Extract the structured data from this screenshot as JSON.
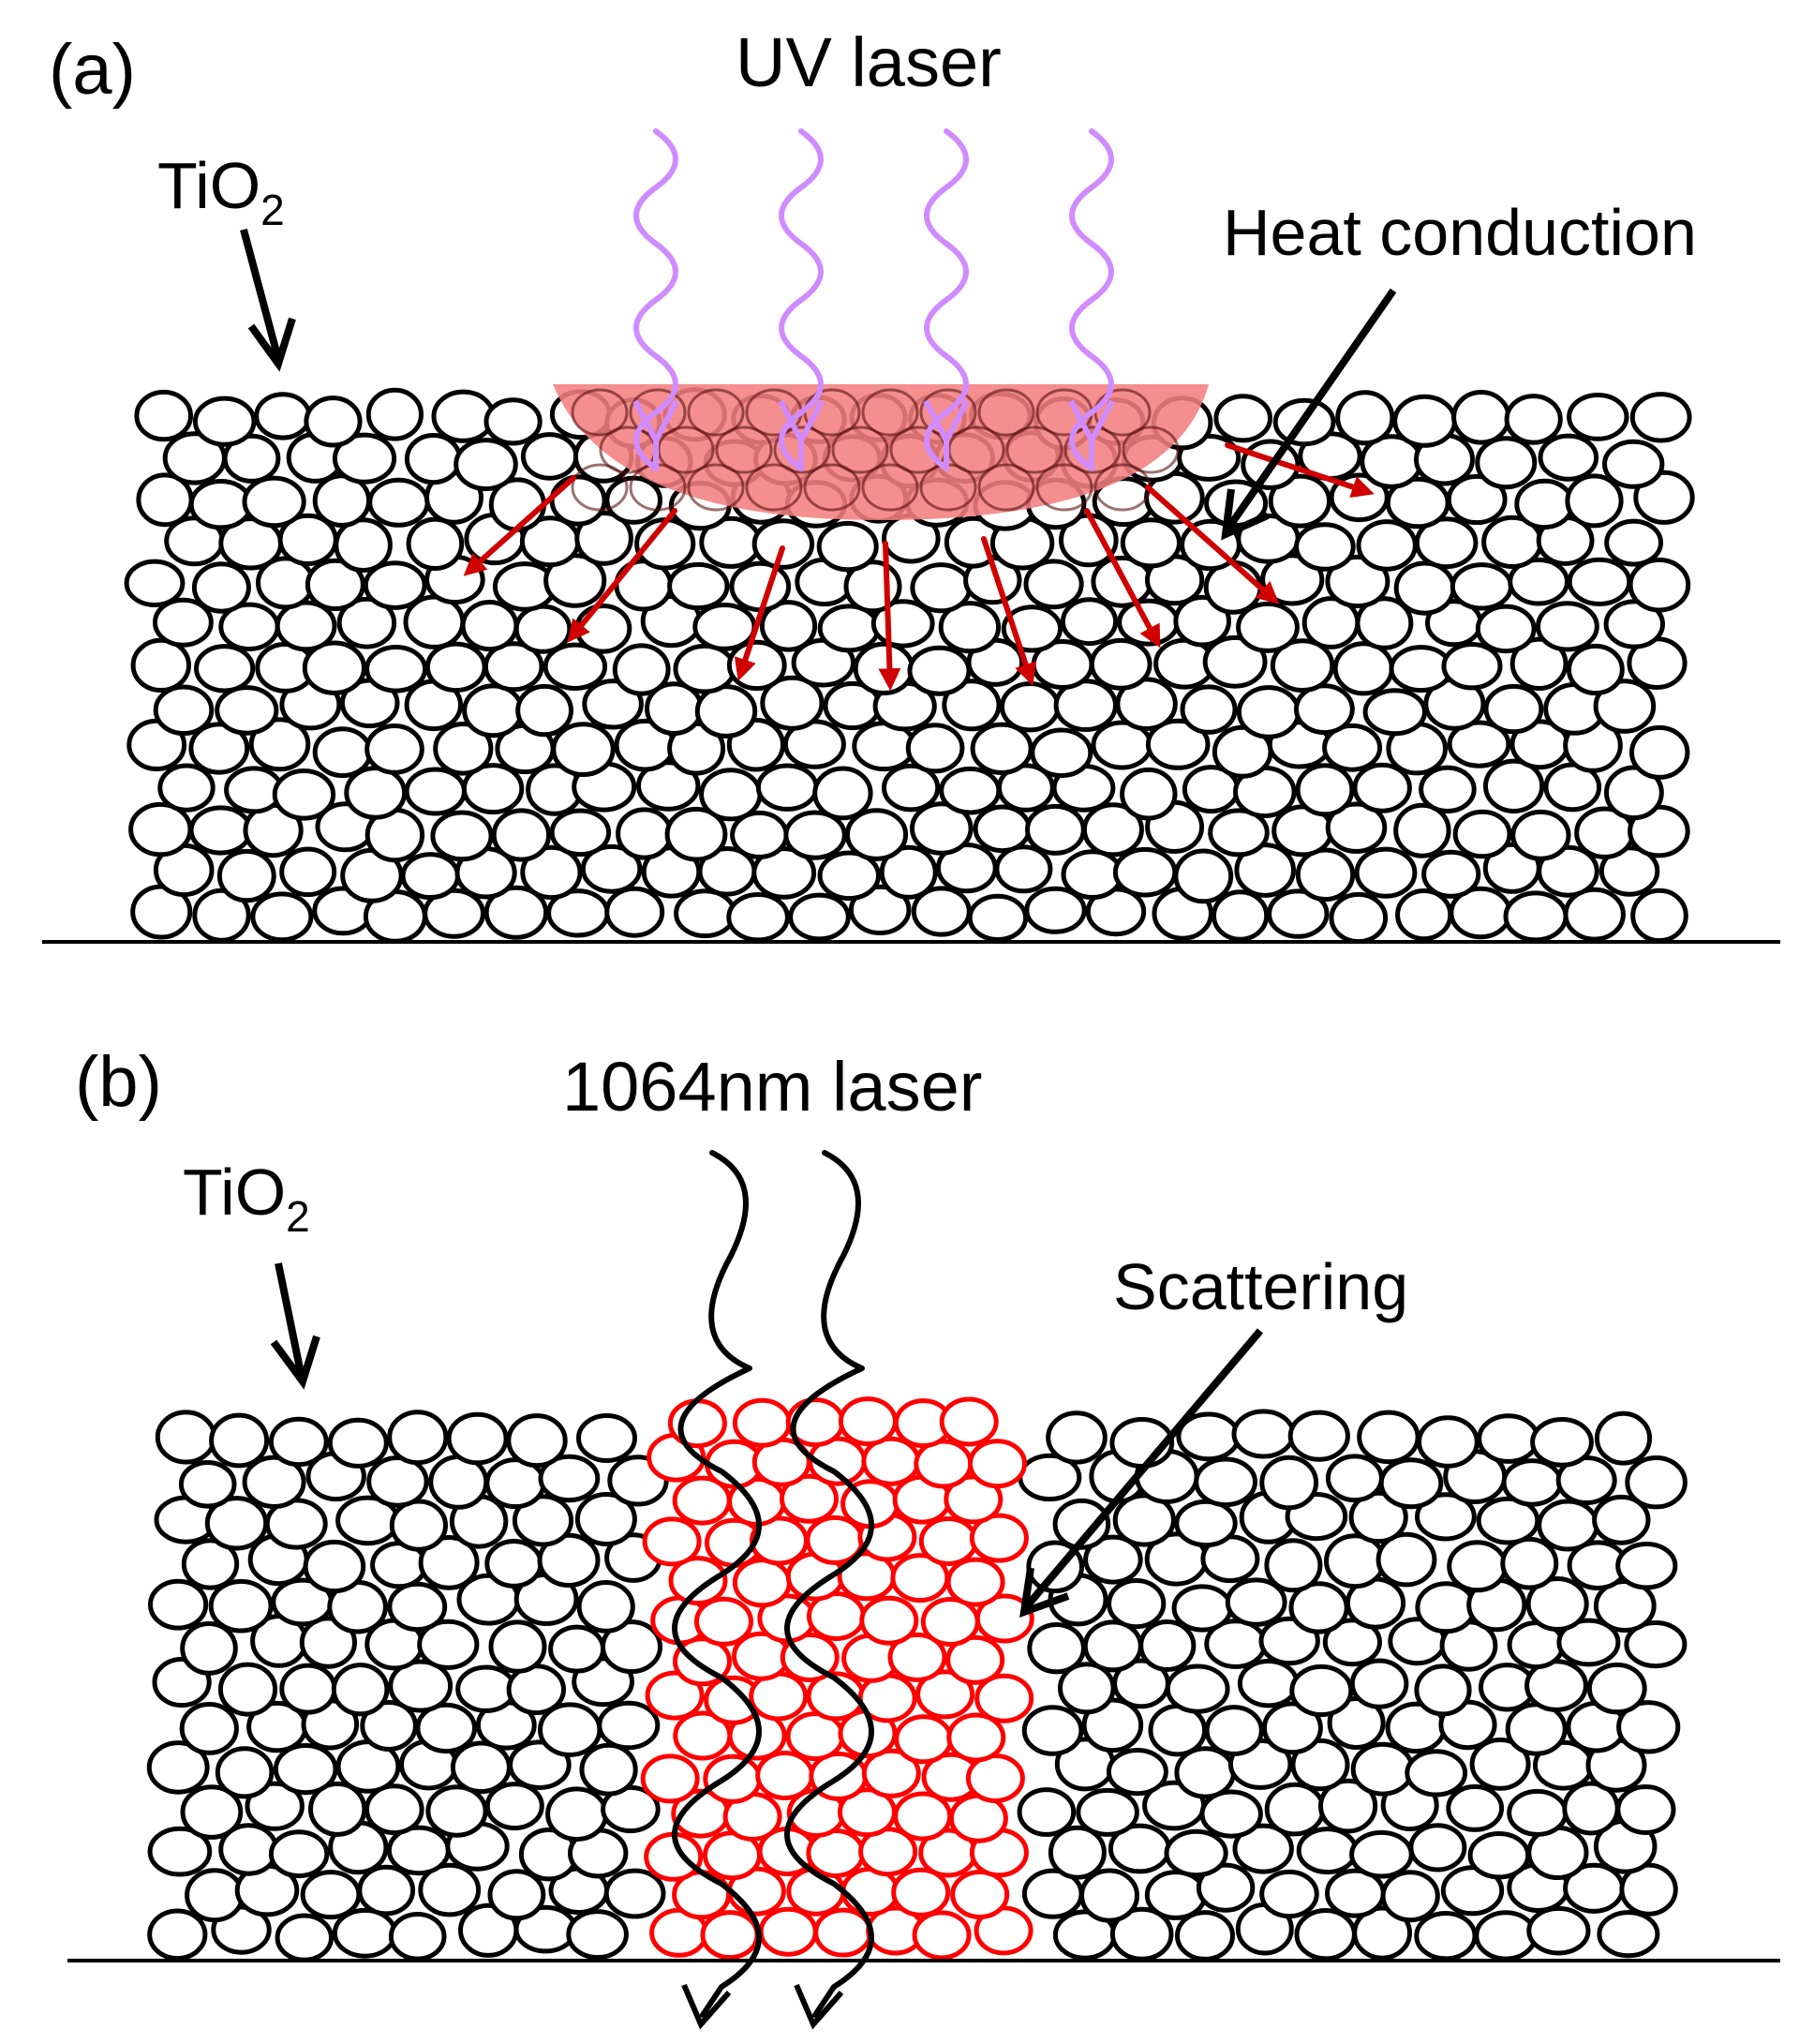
{
  "panels": [
    {
      "id": "a",
      "label": "(a)",
      "laser_label": "UV laser",
      "material_label": "TiO",
      "material_subscript": "2",
      "process_label": "Heat conduction"
    },
    {
      "id": "b",
      "label": "(b)",
      "laser_label": "1064nm laser",
      "material_label": "TiO",
      "material_subscript": "2",
      "process_label": "Scattering"
    }
  ],
  "colors": {
    "uv_wave": "#d08cff",
    "heated_zone": "#f47f7f",
    "heat_arrow": "#d00000",
    "scattering_particles": "#ff0000",
    "particles": "#000000",
    "ir_wave": "#000000",
    "substrate_line": "#000000"
  }
}
